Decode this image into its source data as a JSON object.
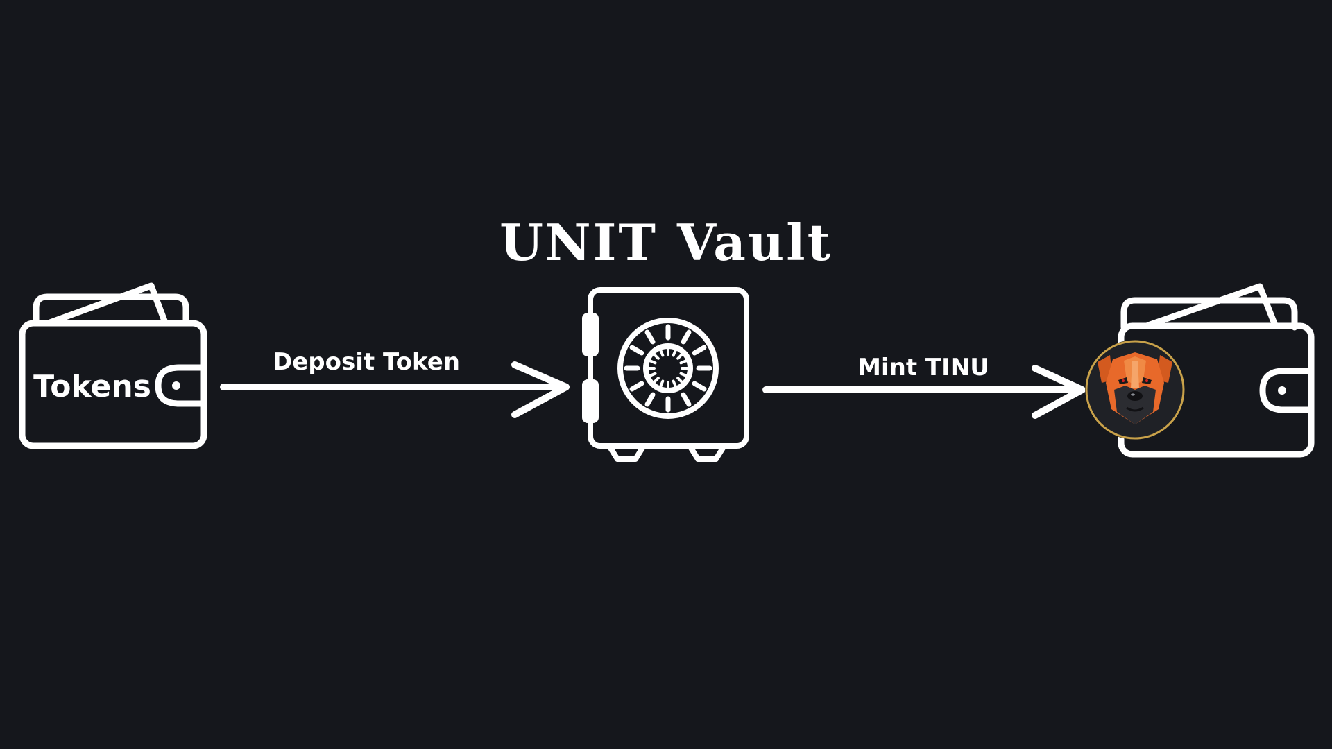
{
  "title": "UNIT Vault",
  "source_wallet": {
    "label": "Tokens",
    "icon": "wallet-icon"
  },
  "deposit_arrow": {
    "label": "Deposit Token"
  },
  "vault": {
    "icon": "safe-icon"
  },
  "mint_arrow": {
    "label": "Mint TINU"
  },
  "destination_wallet": {
    "icon": "wallet-icon",
    "coin": "boxer-dog-coin-icon"
  },
  "colors": {
    "background": "#15171c",
    "stroke": "#ffffff",
    "coin_ring": "#c9a24a",
    "dog_orange": "#e8692a"
  }
}
